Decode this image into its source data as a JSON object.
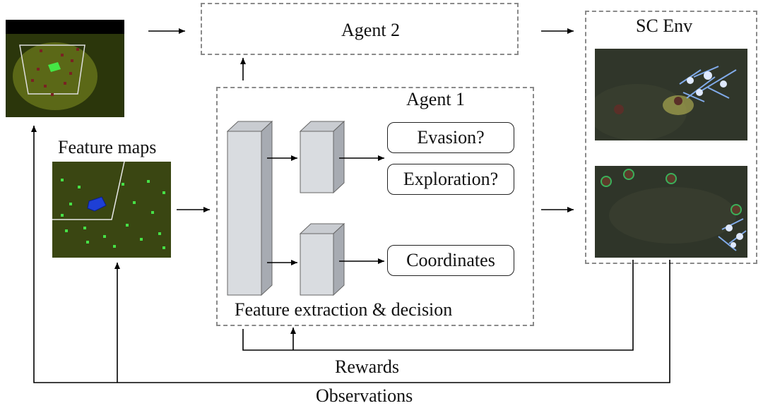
{
  "agent2": {
    "label": "Agent 2"
  },
  "agent1": {
    "label": "Agent 1",
    "caption": "Feature extraction & decision"
  },
  "sc_env": {
    "label": "SC Env"
  },
  "feature_maps": {
    "label": "Feature maps"
  },
  "outputs": {
    "evasion": "Evasion?",
    "exploration": "Exploration?",
    "coordinates": "Coordinates"
  },
  "loops": {
    "rewards": "Rewards",
    "observations": "Observations"
  },
  "colors": {
    "dash": "#8a8a8a",
    "block_face": "#d9dce0",
    "block_side": "#a7abb2",
    "map_bg": "#3d4a12",
    "minimap_bg": "#2a360a"
  }
}
